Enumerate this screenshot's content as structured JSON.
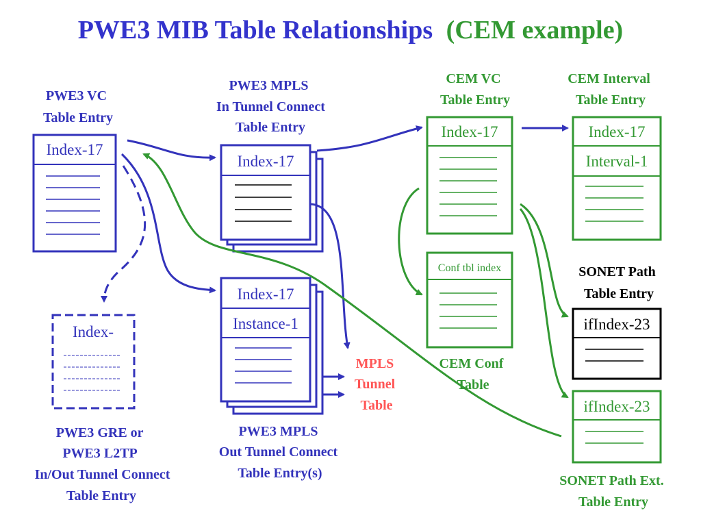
{
  "title": {
    "main": "PWE3 MIB Table Relationships",
    "sub": "(CEM example)"
  },
  "colors": {
    "blue": "#3333bb",
    "green": "#339933",
    "red": "#ff5555",
    "black": "#000000",
    "title_blue": "#3333cc",
    "title_green": "#339933"
  },
  "tables": {
    "pwe3_vc": {
      "label": [
        "PWE3 VC",
        "Table Entry"
      ],
      "index": "Index-17"
    },
    "mpls_in": {
      "label": [
        "PWE3 MPLS",
        "In Tunnel Connect",
        "Table Entry"
      ],
      "index": "Index-17"
    },
    "mpls_out": {
      "label": [
        "PWE3 MPLS",
        "Out Tunnel Connect",
        "Table Entry(s)"
      ],
      "index": "Index-17",
      "instance": "Instance-1"
    },
    "gre_l2tp": {
      "label": [
        "PWE3 GRE or",
        "PWE3 L2TP",
        "In/Out Tunnel Connect",
        "Table Entry"
      ],
      "index": "Index-"
    },
    "mpls_tunnel": {
      "label": [
        "MPLS",
        "Tunnel",
        "Table"
      ]
    },
    "cem_vc": {
      "label": [
        "CEM VC",
        "Table Entry"
      ],
      "index": "Index-17"
    },
    "cem_conf": {
      "label": [
        "CEM Conf",
        "Table"
      ],
      "index": "Conf tbl index"
    },
    "cem_interval": {
      "label": [
        "CEM Interval",
        "Table Entry"
      ],
      "index": "Index-17",
      "interval": "Interval-1"
    },
    "sonet_path": {
      "label": [
        "SONET Path",
        "Table Entry"
      ],
      "index": "ifIndex-23"
    },
    "sonet_path_ext": {
      "label": [
        "SONET Path Ext.",
        "Table Entry"
      ],
      "index": "ifIndex-23"
    }
  }
}
